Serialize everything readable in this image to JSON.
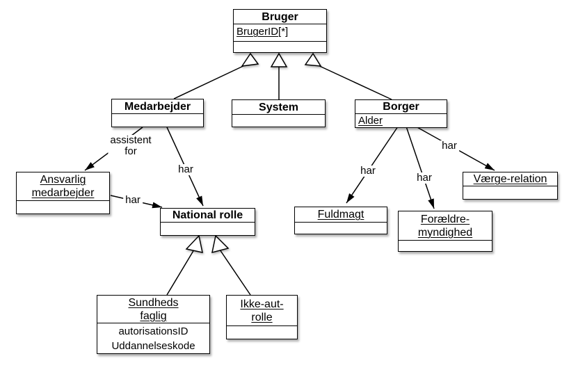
{
  "diagram": {
    "type": "uml-class-diagram",
    "colors": {
      "background": "#ffffff",
      "line": "#000000",
      "text": "#000000"
    },
    "classes": {
      "bruger": {
        "name": "Bruger",
        "attribute_underlined": "BrugerID",
        "attribute_suffix": "[*]"
      },
      "medarbejder": {
        "name": "Medarbejder"
      },
      "system": {
        "name": "System"
      },
      "borger": {
        "name": "Borger",
        "attribute": "Alder"
      },
      "ansvarlig_medarbejder": {
        "name_line1": "Ansvarlig",
        "name_line2": "medarbejder"
      },
      "national_rolle": {
        "name": "National rolle"
      },
      "fuldmagt": {
        "name": "Fuldmagt"
      },
      "foraeldremyndighed": {
        "name_line1": "Forældre-",
        "name_line2": "myndighed"
      },
      "vaerge_relation": {
        "name": "Værge-relation"
      },
      "sundhedsfaglig": {
        "name_line1": "Sundheds",
        "name_line2": "faglig",
        "attribute1": "autorisationsID",
        "attribute2": "Uddannelseskode"
      },
      "ikke_aut_rolle": {
        "name_line1": "Ikke-aut-",
        "name_line2": "rolle"
      }
    },
    "edge_labels": {
      "assistent_line1": "assistent",
      "assistent_line2": "for",
      "har": "har"
    }
  }
}
